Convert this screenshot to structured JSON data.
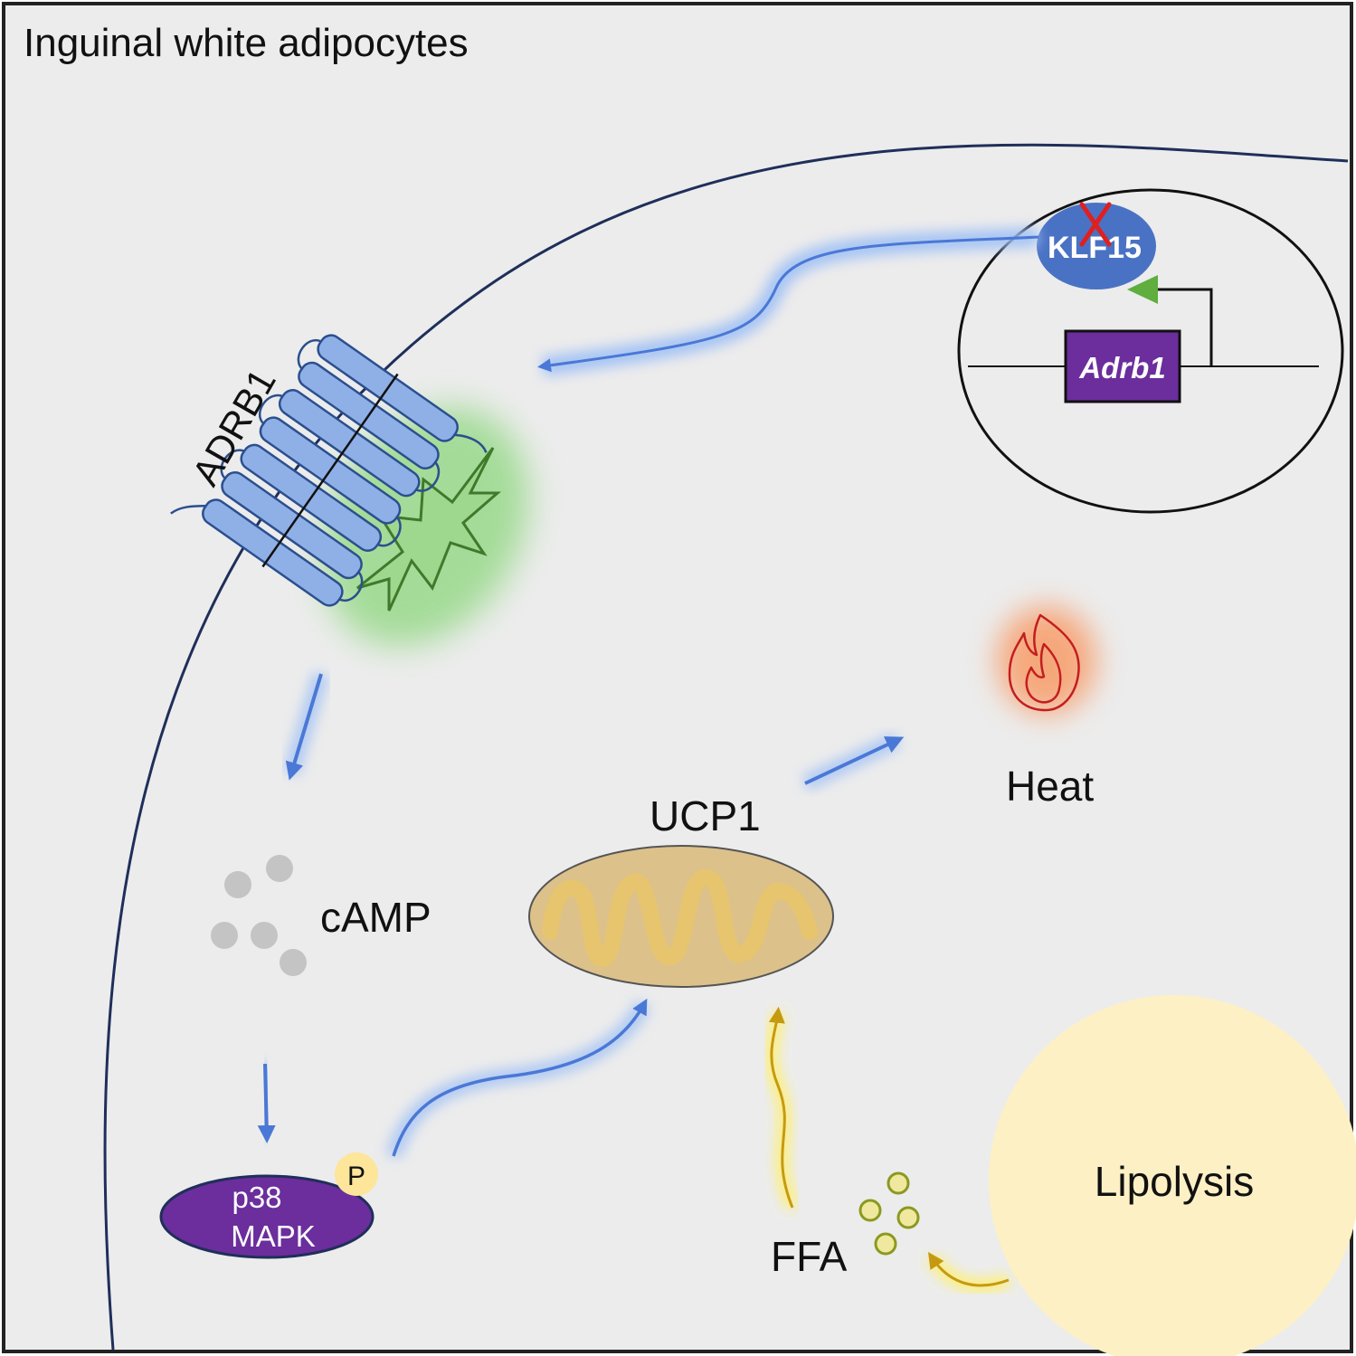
{
  "title": "Inguinal white adipocytes",
  "labels": {
    "receptor": "ADRB1",
    "tf": "KLF15",
    "gene": "Adrb1",
    "second_messenger": "cAMP",
    "kinase_line1": "p38",
    "kinase_line2": "MAPK",
    "phospho": "P",
    "mito_protein": "UCP1",
    "output": "Heat",
    "fatty_acids": "FFA",
    "lipolysis": "Lipolysis"
  },
  "colors": {
    "background": "#ececec",
    "membrane": "#1f2f5a",
    "blue_arrow": "#4a78d6",
    "blue_glow": "#9fc0f5",
    "receptor_fill": "#8fb0e6",
    "receptor_stroke": "#2b4f8f",
    "green_glow": "#98d98a",
    "ligand_stroke": "#3f7a2c",
    "klf15_fill": "#4a72c4",
    "knockout_x": "#e01f1f",
    "promoter_green": "#5fae3e",
    "gene_box": "#6b2e9c",
    "camp_dots": "#c4c4c4",
    "p38_fill": "#6b2e9c",
    "phospho_fill": "#fde59a",
    "mito_fill": "#dcc18a",
    "mito_cristae": "#e8c56a",
    "heat_glow": "#f7a070",
    "flame_stroke": "#c41e1e",
    "lipolysis_fill": "#fdf0c4",
    "ffa_stroke": "#8a9a20",
    "ffa_fill": "#f1e8a0",
    "yellow_arrow": "#c69a10",
    "yellow_glow": "#fff06a"
  },
  "icons": [
    "receptor-helices-icon",
    "ligand-star-icon",
    "knockout-x-icon",
    "promoter-arrow-icon",
    "flame-icon",
    "mitochondrion-icon"
  ]
}
